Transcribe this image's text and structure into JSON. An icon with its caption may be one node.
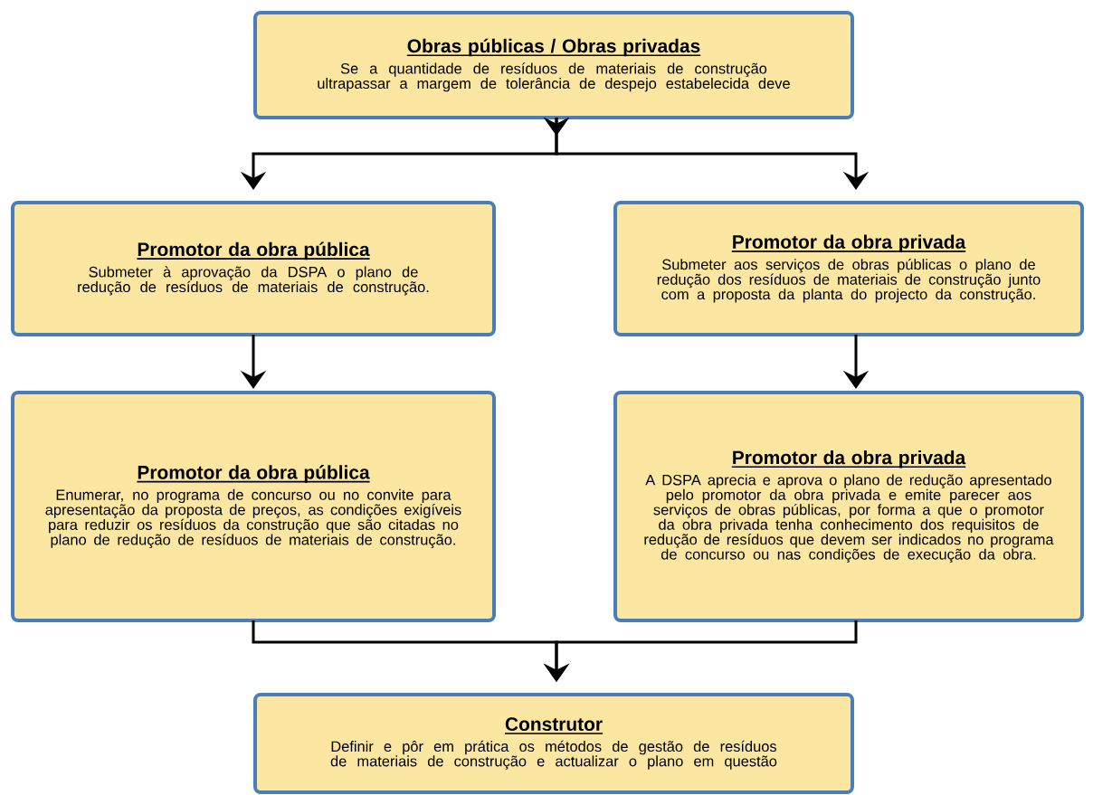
{
  "diagram": {
    "nodes": [
      {
        "text": [
          "Obras públicas / Obras privadas",
          "Se a quantidade de resíduos de materiais de construção ultrapassar a margem de tolerância de despejo estabelecida deve"
        ]
      },
      {
        "text": [
          "Promotor da obra pública",
          "Submeter à aprovação da DSPA o plano de redução de resíduos de materiais de construção."
        ]
      },
      {
        "text": [
          "Promotor da obra privada",
          "Submeter aos serviços de obras públicas o plano de redução dos resíduos de materiais de construção junto com a proposta da planta do projecto da construção."
        ]
      },
      {
        "text": [
          "Promotor da obra pública",
          "Enumerar, no programa de concurso ou no convite para apresentação da proposta de preços, as condições exigíveis para reduzir os resíduos da construção que são citadas no plano de redução de resíduos de materiais de construção."
        ]
      },
      {
        "text": [
          "Promotor da obra privada",
          "A DSPA aprecia e aprova o plano de redução apresentado pelo promotor da obra privada e emite parecer aos serviços de obras públicas, por forma a que o promotor da obra privada tenha conhecimento dos requisitos de redução de resíduos que devem ser indicados no programa de concurso ou nas condições de execução da obra."
        ]
      },
      {
        "text": [
          "Construtor",
          "Definir e pôr em prática os métodos de gestão de resíduos de materiais de construção e actualizar o plano em questão"
        ]
      }
    ],
    "edges": [
      {
        "from": 0,
        "to": 1,
        "arrow": "to"
      },
      {
        "from": 0,
        "to": 2,
        "arrow": "to"
      },
      {
        "from": 1,
        "to": 3,
        "arrow": "to"
      },
      {
        "from": 2,
        "to": 4,
        "arrow": "to"
      },
      {
        "from": 3,
        "to": 5,
        "arrow": "to"
      },
      {
        "from": 4,
        "to": 5,
        "arrow": "to"
      }
    ]
  }
}
